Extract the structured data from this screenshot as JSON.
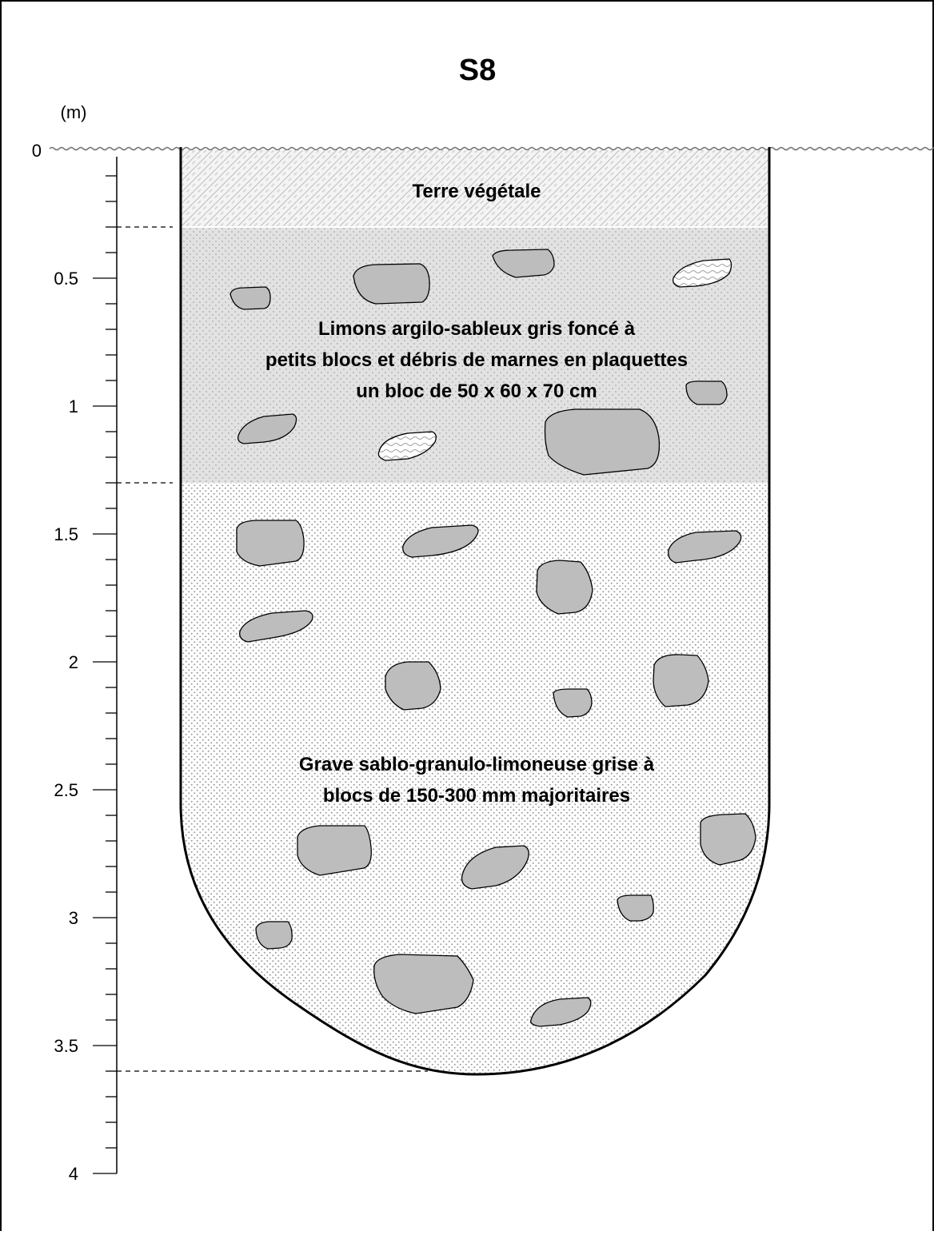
{
  "title": "S8",
  "axis": {
    "unit_label": "(m)",
    "ticks": [
      {
        "depth": 0,
        "label": "0"
      },
      {
        "depth": 0.5,
        "label": "0.5"
      },
      {
        "depth": 1,
        "label": "1"
      },
      {
        "depth": 1.5,
        "label": "1.5"
      },
      {
        "depth": 2,
        "label": "2"
      },
      {
        "depth": 2.5,
        "label": "2.5"
      },
      {
        "depth": 3,
        "label": "3"
      },
      {
        "depth": 3.5,
        "label": "3.5"
      },
      {
        "depth": 4,
        "label": "4"
      }
    ],
    "minor_step": 0.1,
    "max_depth": 4
  },
  "layers": [
    {
      "name": "terre-vegetale",
      "top": 0,
      "bottom": 0.3,
      "lines": [
        "Terre végétale"
      ],
      "fill": "hatch-light"
    },
    {
      "name": "limons",
      "top": 0.3,
      "bottom": 1.3,
      "lines": [
        "Limons argilo-sableux gris foncé à",
        "petits blocs et débris de marnes en plaquettes",
        "un bloc de 50 x 60 x 70 cm"
      ],
      "fill": "dots-dense"
    },
    {
      "name": "grave",
      "top": 1.3,
      "bottom": 3.6,
      "lines": [
        "Grave sablo-granulo-limoneuse grise à",
        "blocs de 150-300 mm majoritaires"
      ],
      "fill": "dots-sparse"
    }
  ],
  "pit_bottom_depth": 3.6,
  "colors": {
    "stone": "#bdbdbd",
    "outline": "#000000",
    "topsoil_hatch": "#b8b8b8",
    "limon_bg": "#e3e3e3",
    "grave_dot": "#9a9a9a"
  }
}
